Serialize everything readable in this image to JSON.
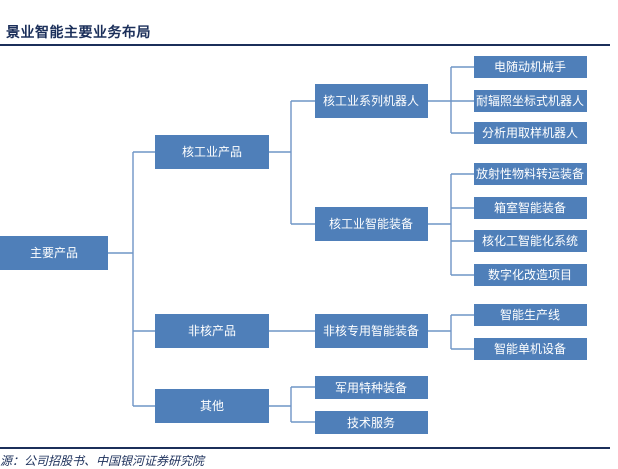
{
  "header": {
    "title": "景业智能主要业务布局"
  },
  "footer": {
    "source": "源：公司招股书、中国银河证券研究院"
  },
  "diagram": {
    "root": "主要产品",
    "level1": [
      "核工业产品",
      "非核产品",
      "其他"
    ],
    "level2": [
      "核工业系列机器人",
      "核工业智能装备",
      "非核专用智能装备",
      "军用特种装备",
      "技术服务"
    ],
    "level3": [
      "电随动机械手",
      "耐辐照坐标式机器人",
      "分析用取样机器人",
      "放射性物料转运装备",
      "箱室智能装备",
      "核化工智能化系统",
      "数字化改造项目",
      "智能生产线",
      "智能单机设备"
    ]
  }
}
